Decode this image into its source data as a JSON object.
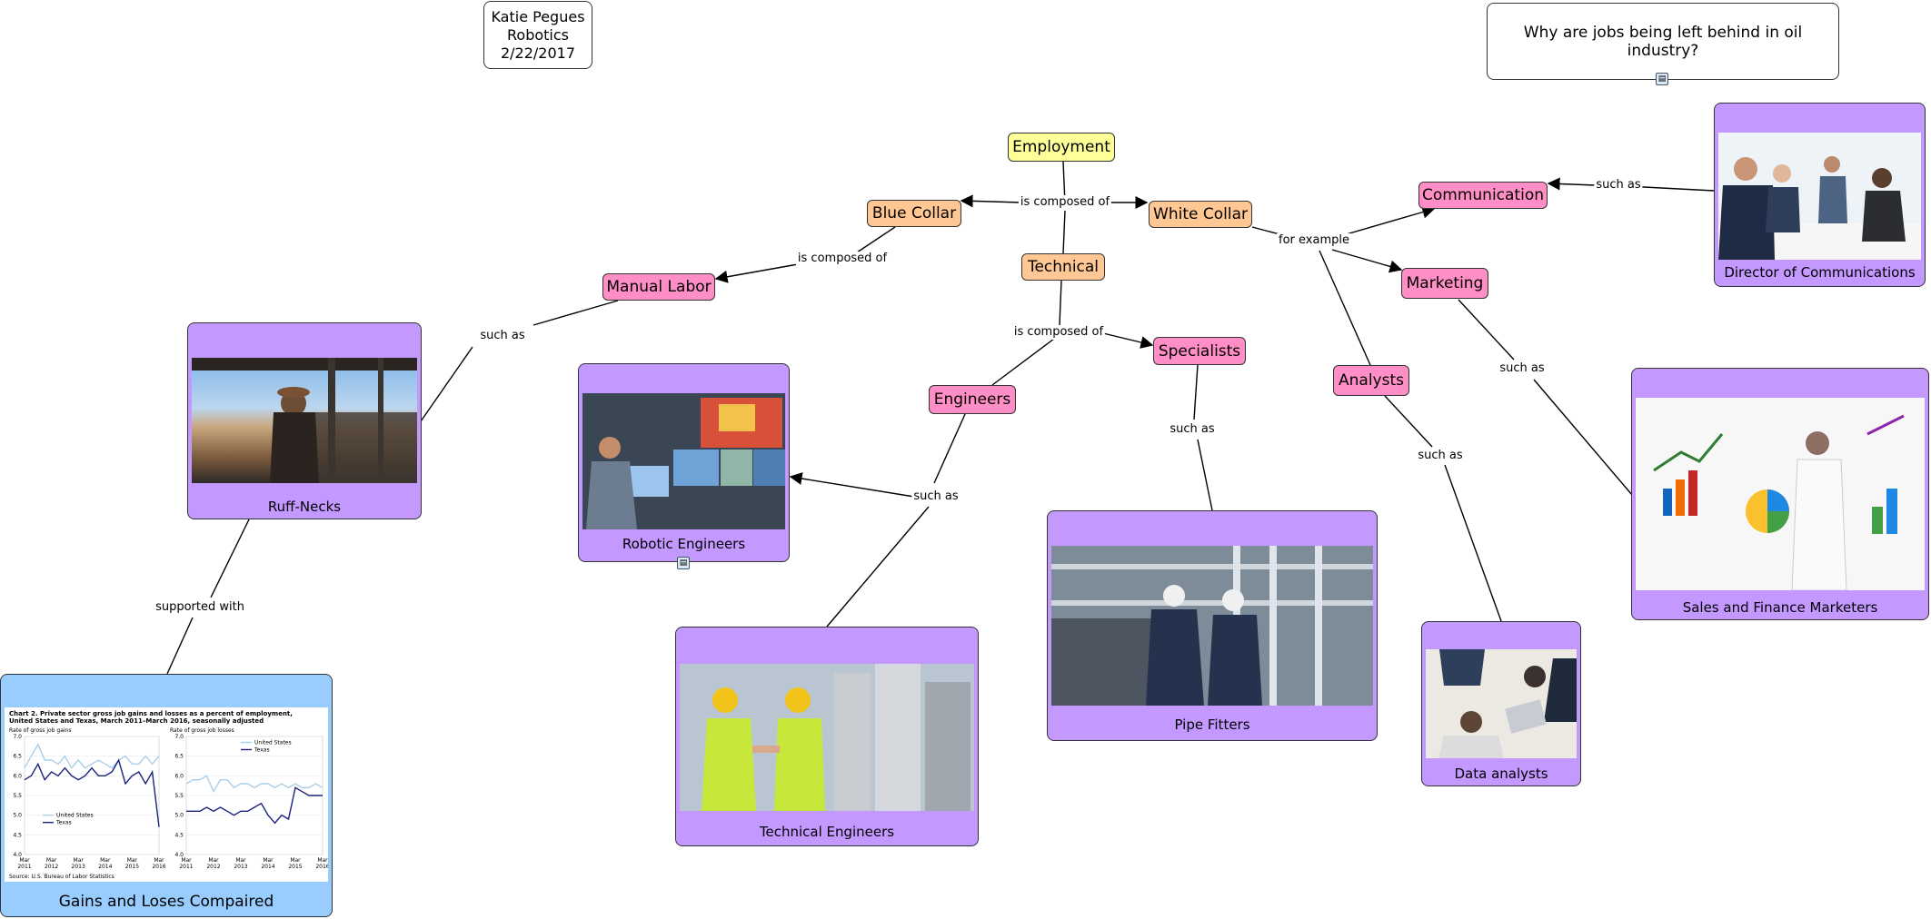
{
  "header": {
    "author_line1": "Katie Pegues",
    "author_line2": "Robotics",
    "author_line3": "2/22/2017",
    "question": "Why are jobs being left behind in oil industry?"
  },
  "concepts": {
    "employment": "Employment",
    "blue_collar": "Blue Collar",
    "white_collar": "White Collar",
    "technical": "Technical",
    "manual_labor": "Manual Labor",
    "communication": "Communication",
    "marketing": "Marketing",
    "specialists": "Specialists",
    "engineers": "Engineers",
    "analysts": "Analysts"
  },
  "image_nodes": {
    "ruff_necks": "Ruff-Necks",
    "robotic_engineers": "Robotic Engineers",
    "technical_engineers": "Technical Engineers",
    "pipe_fitters": "Pipe Fitters",
    "data_analysts": "Data analysts",
    "director_comms": "Director of Communications",
    "sales_finance": "Sales and Finance Marketers",
    "gains_loses": "Gains and Loses Compaired"
  },
  "link_labels": {
    "is_composed_of_top": "is composed of",
    "is_composed_of_blue": "is composed of",
    "is_composed_of_tech": "is composed of",
    "for_example": "for example",
    "such_as_ruff": "such as",
    "such_as_engineers": "such as",
    "such_as_specialists": "such as",
    "such_as_analysts": "such as",
    "such_as_marketing": "such as",
    "such_as_comm": "such as",
    "supported_with": "supported with"
  },
  "embedded_chart": {
    "title": "Chart 2. Private sector gross job gains and losses as a percent of employment, United States and Texas, March 2011–March 2016, seasonally adjusted",
    "left_panel_label": "Rate of gross job gains",
    "right_panel_label": "Rate of gross job losses",
    "legend_us": "United States",
    "legend_tx": "Texas",
    "source": "Source: U.S. Bureau of Labor Statistics",
    "y_ticks": [
      "7.0",
      "6.5",
      "6.0",
      "5.5",
      "5.0",
      "4.5",
      "4.0"
    ],
    "x_ticks": [
      "Mar 2011",
      "Mar 2012",
      "Mar 2013",
      "Mar 2014",
      "Mar 2015",
      "Mar 2016"
    ]
  },
  "chart_data": {
    "type": "line",
    "title": "Chart 2. Private sector gross job gains and losses as a percent of employment, United States and Texas, March 2011–March 2016, seasonally adjusted",
    "ylim": [
      4.0,
      7.0
    ],
    "panels": [
      {
        "name": "Rate of gross job gains",
        "series": [
          {
            "name": "United States",
            "values": [
              6.2,
              6.5,
              6.8,
              6.4,
              6.4,
              6.3,
              6.5,
              6.2,
              6.4,
              6.2,
              6.3,
              6.4,
              6.3,
              6.2,
              6.4,
              6.5,
              6.3,
              6.3,
              6.5,
              6.3,
              6.5
            ]
          },
          {
            "name": "Texas",
            "values": [
              5.9,
              6.0,
              6.3,
              5.9,
              6.1,
              6.0,
              6.2,
              6.0,
              5.9,
              6.0,
              6.2,
              6.0,
              6.0,
              6.1,
              6.4,
              5.8,
              6.0,
              6.1,
              5.8,
              6.1,
              4.7
            ]
          }
        ]
      },
      {
        "name": "Rate of gross job losses",
        "series": [
          {
            "name": "United States",
            "values": [
              5.8,
              5.9,
              5.9,
              6.0,
              5.6,
              5.9,
              5.9,
              5.7,
              5.8,
              5.8,
              5.7,
              5.8,
              5.8,
              5.7,
              5.8,
              5.7,
              5.8,
              5.7,
              5.7,
              5.8,
              5.7
            ]
          },
          {
            "name": "Texas",
            "values": [
              5.1,
              5.1,
              5.1,
              5.2,
              5.1,
              5.2,
              5.1,
              5.0,
              5.1,
              5.1,
              5.2,
              5.3,
              5.0,
              4.8,
              5.0,
              4.9,
              5.7,
              5.6,
              5.5,
              5.5,
              5.5
            ]
          }
        ]
      }
    ],
    "x": [
      "Mar 2011",
      "Mar 2012",
      "Mar 2013",
      "Mar 2014",
      "Mar 2015",
      "Mar 2016"
    ],
    "colors": {
      "United States": "#a9cfe8",
      "Texas": "#1a237e"
    }
  },
  "colors": {
    "concept_yellow": "#ffff99",
    "concept_orange": "#ffc793",
    "concept_pink": "#ff8ec6",
    "image_node_purple": "#c399ff",
    "chart_node_blue": "#99ccff"
  },
  "icons": {
    "note": "notepad-icon"
  }
}
